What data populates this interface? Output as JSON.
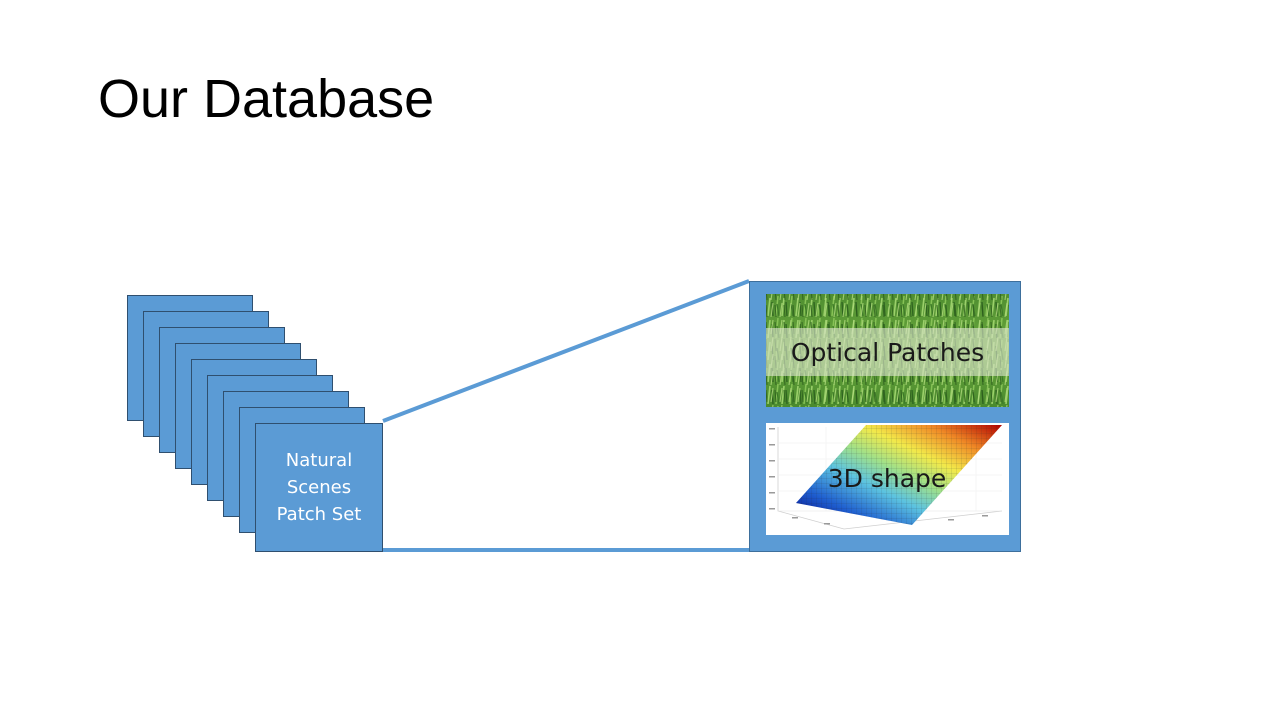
{
  "slide": {
    "title": "Our Database"
  },
  "stack": {
    "front_label_lines": [
      "Natural",
      "Scenes",
      "Patch Set"
    ]
  },
  "panels": {
    "optical": {
      "label": "Optical Patches"
    },
    "shape": {
      "label": "3D shape"
    }
  },
  "colors": {
    "card_fill": "#5b9bd5",
    "card_border": "#2f4f6f",
    "connector": "#5b9bd5",
    "grass_dark": "#3f7a2a",
    "grass_light": "#8cc15a"
  }
}
